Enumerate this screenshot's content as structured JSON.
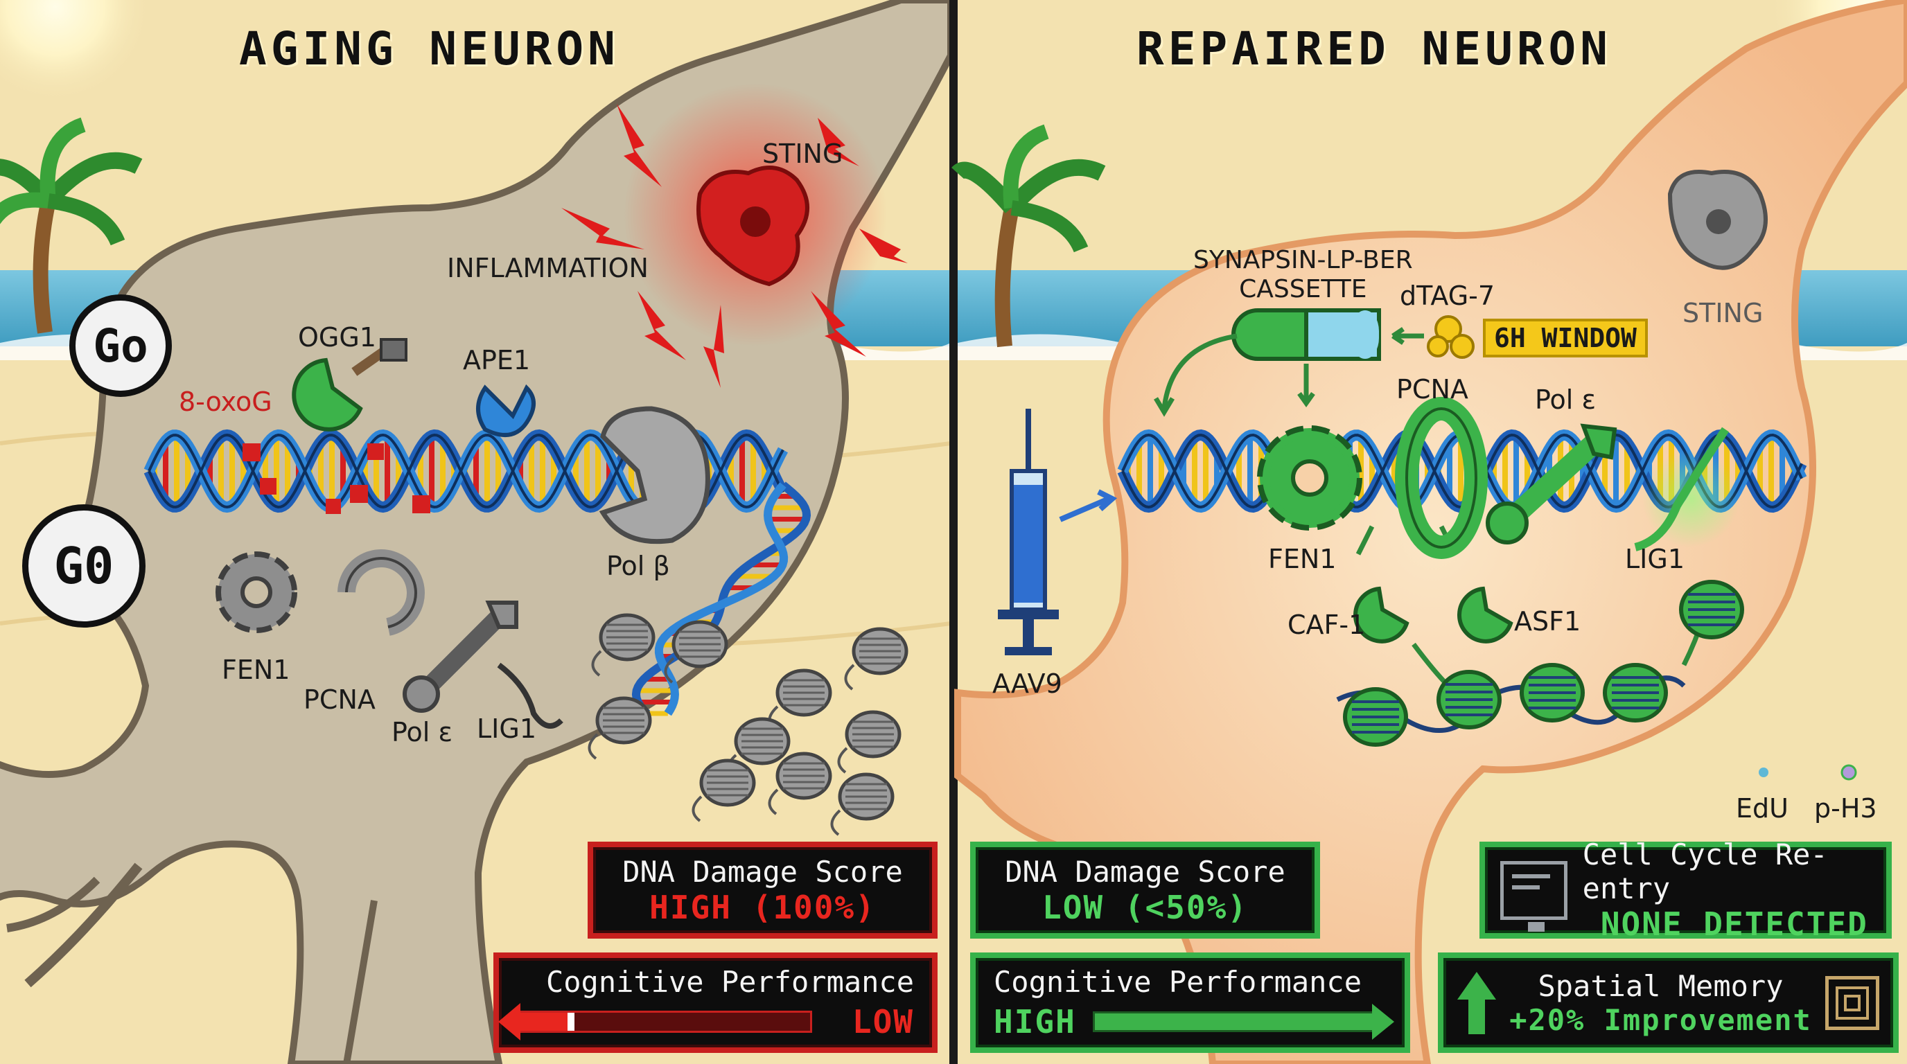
{
  "aging": {
    "title": "AGING NEURON",
    "badge_upper": "Go",
    "badge_lower": "G0",
    "labels": {
      "sting": "STING",
      "inflammation": "INFLAMMATION",
      "ogg1": "OGG1",
      "oxog": "8-oxoG",
      "ape1": "APE1",
      "polb": "Pol β",
      "fen1": "FEN1",
      "pcna": "PCNA",
      "pole": "Pol ε",
      "lig1": "LIG1"
    },
    "damage_panel": {
      "label": "DNA Damage Score",
      "value": "HIGH (100%)"
    },
    "cognitive_panel": {
      "label": "Cognitive Performance",
      "value": "LOW"
    }
  },
  "repaired": {
    "title": "REPAIRED NEURON",
    "labels": {
      "cassette": "SYNAPSIN-LP-BER\nCASSETTE",
      "dtag": "dTAG-7",
      "window": "6H WINDOW",
      "sting": "STING",
      "pcna": "PCNA",
      "pole": "Pol ε",
      "fen1": "FEN1",
      "lig1": "LIG1",
      "caf1": "CAF-1",
      "asf1": "ASF1",
      "aav9": "AAV9",
      "edu": "EdU",
      "ph3": "p-H3"
    },
    "damage_panel": {
      "label": "DNA Damage Score",
      "value": "LOW (<50%)"
    },
    "cellcycle_panel": {
      "label": "Cell Cycle Re-entry",
      "value": "NONE DETECTED"
    },
    "cognitive_panel": {
      "label": "Cognitive Performance",
      "value": "HIGH"
    },
    "memory_panel": {
      "label": "Spatial Memory",
      "value": "+20% Improvement"
    }
  },
  "colors": {
    "sand": "#f3e2b0",
    "sea": "#5fb8d6",
    "aging_cell": "#c9bea6",
    "repaired_cell": "#f7c79b",
    "alert_red": "#d21f1f",
    "repair_green": "#3cb34a",
    "highlight_yellow": "#f4c81a"
  },
  "icons": [
    "palm-tree-icon",
    "sun-icon",
    "lightning-icon",
    "syringe-icon",
    "monitor-icon",
    "arrow-up-icon",
    "maze-icon",
    "gear-icon",
    "wrench-icon",
    "hammer-icon"
  ]
}
